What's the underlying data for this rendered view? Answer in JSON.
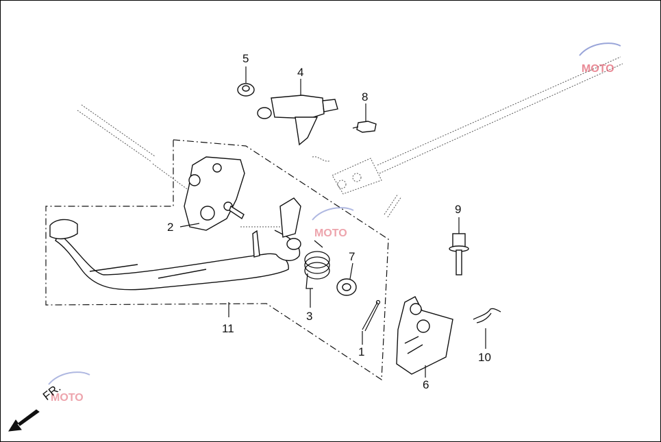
{
  "diagram": {
    "direction_label": "FR.",
    "parts": [
      {
        "number": "1"
      },
      {
        "number": "2"
      },
      {
        "number": "3"
      },
      {
        "number": "4"
      },
      {
        "number": "5"
      },
      {
        "number": "6"
      },
      {
        "number": "7"
      },
      {
        "number": "8"
      },
      {
        "number": "9"
      },
      {
        "number": "10"
      },
      {
        "number": "11"
      }
    ]
  },
  "colors": {
    "line": "#111111",
    "watermark_blue": "#6f7fc9",
    "watermark_red": "#e05a6a"
  },
  "icons": [
    "front-direction-arrow-icon",
    "moto-watermark-icon"
  ]
}
